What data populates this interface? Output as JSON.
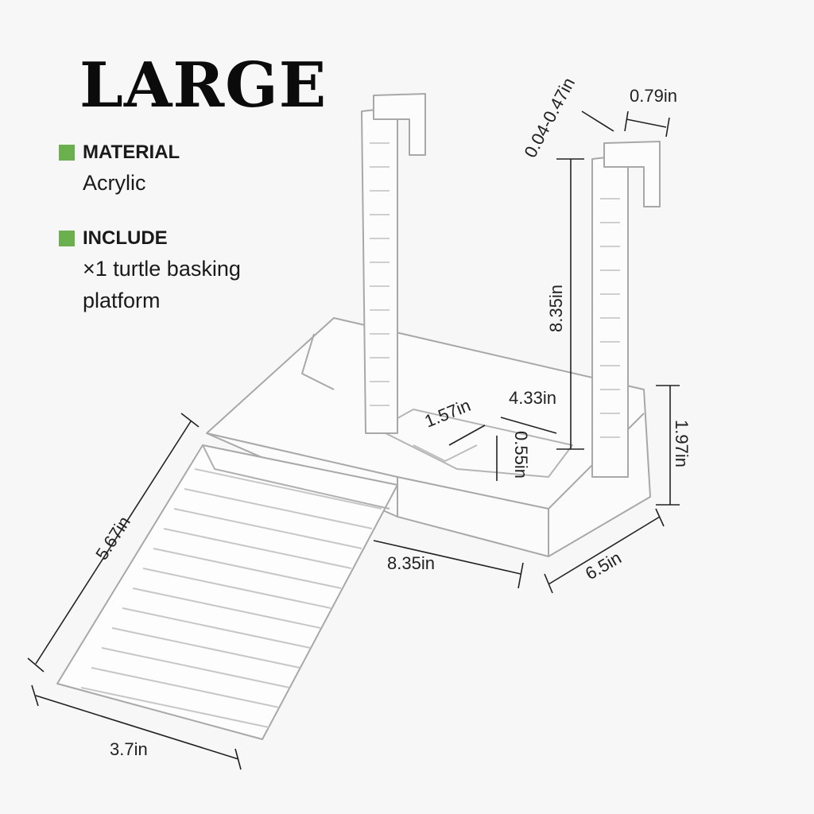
{
  "title": "LARGE",
  "specs": {
    "material": {
      "label": "MATERIAL",
      "lines": [
        "Acrylic"
      ]
    },
    "include": {
      "label": "INCLUDE",
      "lines": [
        "×1 turtle basking",
        "platform"
      ]
    }
  },
  "dimensions": {
    "clamp_range": "0.04-0.47in",
    "clamp_width": "0.79in",
    "post_height": "8.35in",
    "well_width": "1.57in",
    "well_length": "4.33in",
    "well_depth": "0.55in",
    "tray_height": "1.97in",
    "ramp_length": "5.67in",
    "tray_length": "8.35in",
    "tray_depth": "6.5in",
    "ramp_width": "3.7in"
  },
  "colors": {
    "bullet": "#6ab04c",
    "outline": "#9a9a9a"
  }
}
